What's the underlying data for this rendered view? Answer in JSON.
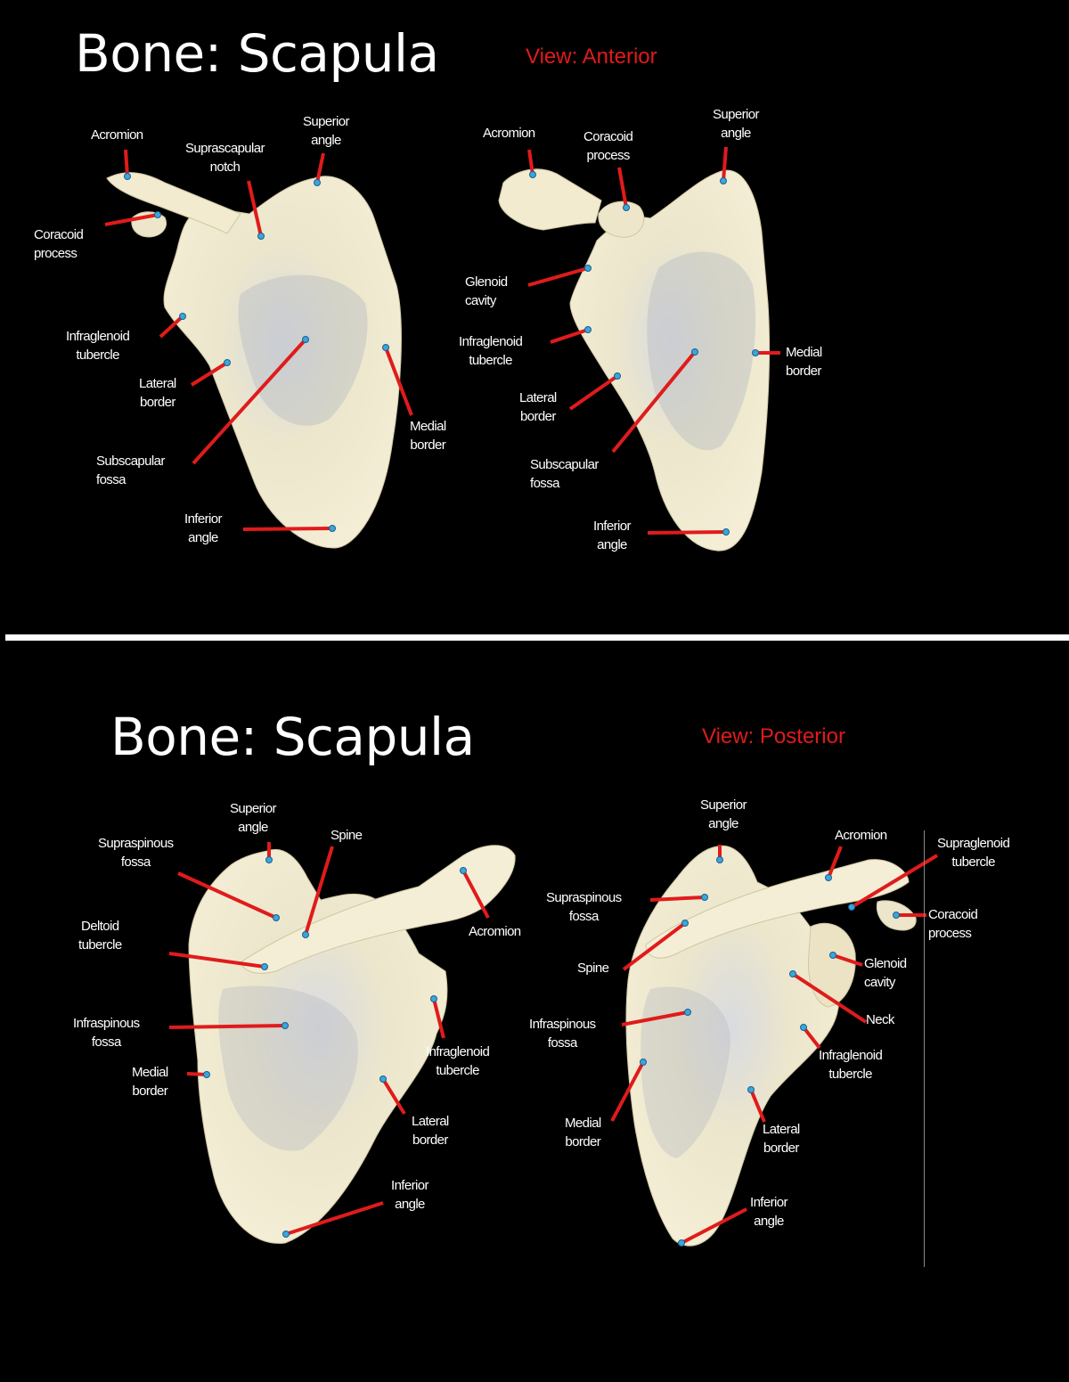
{
  "slides": [
    {
      "title": "Bone: Scapula",
      "view": "View: Anterior"
    },
    {
      "title": "Bone: Scapula",
      "view": "View: Posterior"
    }
  ],
  "colors": {
    "leader": "#e01b1b",
    "dot": "#3aa6dc",
    "bone": "#efe8cf",
    "background": "#000000",
    "text": "#ffffff"
  },
  "labels": {
    "ant1": {
      "acromion": "Acromion",
      "suprascapular_notch": "Suprascapular\nnotch",
      "superior_angle": "Superior\nangle",
      "coracoid_process": "Coracoid\nprocess",
      "infraglenoid_tubercle": "Infraglenoid\ntubercle",
      "lateral_border": "Lateral\nborder",
      "subscapular_fossa": "Subscapular\nfossa",
      "medial_border": "Medial\nborder",
      "inferior_angle": "Inferior\nangle"
    },
    "ant2": {
      "acromion": "Acromion",
      "coracoid_process": "Coracoid\nprocess",
      "superior_angle": "Superior\nangle",
      "glenoid_cavity": "Glenoid\ncavity",
      "infraglenoid_tubercle": "Infraglenoid\ntubercle",
      "medial_border": "Medial\nborder",
      "lateral_border": "Lateral\nborder",
      "subscapular_fossa": "Subscapular\nfossa",
      "inferior_angle": "Inferior\nangle"
    },
    "post1": {
      "superior_angle": "Superior\nangle",
      "spine": "Spine",
      "supraspinous_fossa": "Supraspinous\nfossa",
      "acromion": "Acromion",
      "deltoid_tubercle": "Deltoid\ntubercle",
      "infraspinous_fossa": "Infraspinous\nfossa",
      "infraglenoid_tubercle": "Infraglenoid\ntubercle",
      "medial_border": "Medial\nborder",
      "lateral_border": "Lateral\nborder",
      "inferior_angle": "Inferior\nangle"
    },
    "post2": {
      "superior_angle": "Superior\nangle",
      "acromion": "Acromion",
      "supraglenoid_tubercle": "Supraglenoid\ntubercle",
      "supraspinous_fossa": "Supraspinous\nfossa",
      "coracoid_process": "Coracoid\nprocess",
      "spine": "Spine",
      "glenoid_cavity": "Glenoid\ncavity",
      "neck": "Neck",
      "infraspinous_fossa": "Infraspinous\nfossa",
      "infraglenoid_tubercle": "Infraglenoid\ntubercle",
      "medial_border": "Medial\nborder",
      "lateral_border": "Lateral\nborder",
      "inferior_angle": "Inferior\nangle"
    }
  }
}
